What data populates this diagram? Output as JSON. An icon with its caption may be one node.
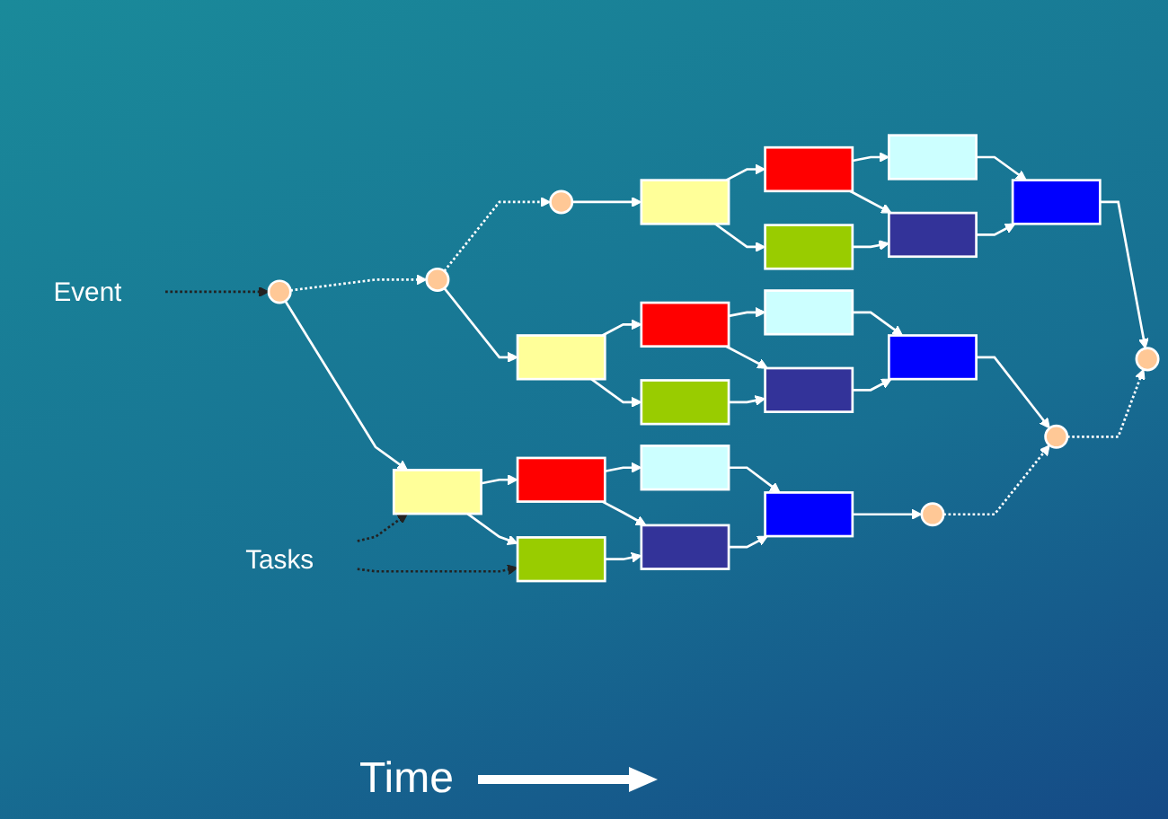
{
  "diagram": {
    "nodes": [
      {
        "text": [],
        "shape": "circle"
      },
      {
        "text": [],
        "shape": "box"
      },
      {
        "text": [],
        "shape": "box"
      },
      {
        "text": [],
        "shape": "box"
      },
      {
        "text": [],
        "shape": "box"
      },
      {
        "text": [],
        "shape": "box"
      },
      {
        "text": [],
        "shape": "box"
      },
      {
        "text": [],
        "shape": "circle"
      },
      {
        "text": [],
        "shape": "circle"
      },
      {
        "text": [],
        "shape": "box"
      },
      {
        "text": [],
        "shape": "box"
      },
      {
        "text": [],
        "shape": "box"
      },
      {
        "text": [],
        "shape": "box"
      },
      {
        "text": [],
        "shape": "box"
      },
      {
        "text": [],
        "shape": "box"
      },
      {
        "text": [],
        "shape": "circle"
      },
      {
        "text": [],
        "shape": "circle"
      },
      {
        "text": [],
        "shape": "box"
      },
      {
        "text": [],
        "shape": "box"
      },
      {
        "text": [],
        "shape": "box"
      },
      {
        "text": [],
        "shape": "box"
      },
      {
        "text": [],
        "shape": "box"
      },
      {
        "text": [],
        "shape": "box"
      },
      {
        "text": [],
        "shape": "circle"
      },
      {
        "text": [
          "Event"
        ]
      },
      {
        "text": [
          "Tasks"
        ]
      }
    ],
    "edges": [
      {
        "from": 0,
        "to": 1,
        "arrow": "to"
      },
      {
        "from": 1,
        "to": 2,
        "arrow": "to"
      },
      {
        "from": 1,
        "to": 3,
        "arrow": "to"
      },
      {
        "from": 2,
        "to": 4,
        "arrow": "to"
      },
      {
        "from": 2,
        "to": 5,
        "arrow": "to"
      },
      {
        "from": 3,
        "to": 5,
        "arrow": "to"
      },
      {
        "from": 4,
        "to": 6,
        "arrow": "to"
      },
      {
        "from": 5,
        "to": 6,
        "arrow": "to"
      },
      {
        "from": 6,
        "to": 7,
        "arrow": "to"
      },
      {
        "from": 8,
        "to": 9,
        "arrow": "to"
      },
      {
        "from": 9,
        "to": 10,
        "arrow": "to"
      },
      {
        "from": 9,
        "to": 11,
        "arrow": "to"
      },
      {
        "from": 10,
        "to": 12,
        "arrow": "to"
      },
      {
        "from": 10,
        "to": 13,
        "arrow": "to"
      },
      {
        "from": 11,
        "to": 13,
        "arrow": "to"
      },
      {
        "from": 12,
        "to": 14,
        "arrow": "to"
      },
      {
        "from": 13,
        "to": 14,
        "arrow": "to"
      },
      {
        "from": 14,
        "to": 15,
        "arrow": "to"
      },
      {
        "from": 16,
        "to": 17,
        "arrow": "to"
      },
      {
        "from": 17,
        "to": 18,
        "arrow": "to"
      },
      {
        "from": 17,
        "to": 19,
        "arrow": "to"
      },
      {
        "from": 18,
        "to": 20,
        "arrow": "to"
      },
      {
        "from": 18,
        "to": 21,
        "arrow": "to"
      },
      {
        "from": 19,
        "to": 21,
        "arrow": "to"
      },
      {
        "from": 20,
        "to": 22,
        "arrow": "to"
      },
      {
        "from": 21,
        "to": 22,
        "arrow": "to"
      },
      {
        "from": 22,
        "to": 23,
        "arrow": "to"
      },
      {
        "from": 0,
        "to": 8,
        "arrow": "to",
        "style": "dashed"
      },
      {
        "from": 8,
        "to": 16,
        "arrow": "to",
        "style": "dashed"
      },
      {
        "from": 7,
        "to": 15,
        "arrow": "to",
        "style": "dashed"
      },
      {
        "from": 15,
        "to": 23,
        "arrow": "to",
        "style": "dashed"
      },
      {
        "from": 24,
        "to": 0,
        "arrow": "to",
        "style": "dashed",
        "color": "#222222"
      },
      {
        "from": 25,
        "to": 1,
        "arrow": "to",
        "style": "dashed",
        "color": "#222222"
      },
      {
        "from": 25,
        "to": 3,
        "arrow": "to",
        "style": "dashed",
        "color": "#222222"
      }
    ],
    "labels": [
      "Time"
    ]
  }
}
